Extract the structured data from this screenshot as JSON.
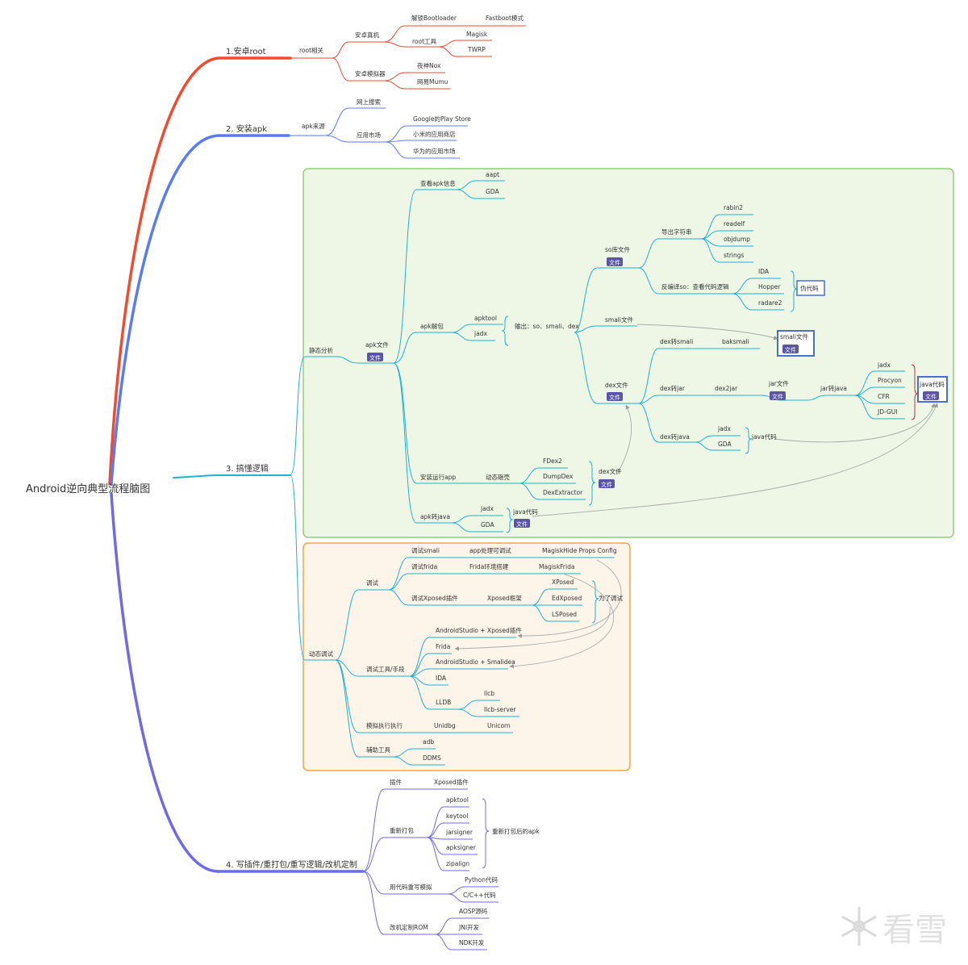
{
  "root": "Android逆向典型流程脑图",
  "branch1": {
    "title": "1.安卓root",
    "sub": "root相关",
    "real": "安卓真机",
    "unlock": "解锁Bootloader",
    "fastboot": "Fastboot模式",
    "roottool": "root工具",
    "magisk": "Magisk",
    "twrp": "TWRP",
    "emu": "安卓模拟器",
    "nox": "夜神Nox",
    "mumu": "网易Mumu"
  },
  "branch2": {
    "title": "2. 安装apk",
    "sub": "apk来源",
    "web": "网上搜索",
    "market": "应用市场",
    "gp": "Google的Play Store",
    "mi": "小米的应用商店",
    "hw": "华为的应用市场"
  },
  "branch3": {
    "title": "3. 搞懂逻辑",
    "static": {
      "title": "静态分析",
      "apkfile": "apk文件",
      "tag": "文件",
      "viewinfo": "查看apk信息",
      "aapt": "aapt",
      "gda": "GDA",
      "unpack": "apk解包",
      "apktool": "apktool",
      "jadx": "jadx",
      "output": "输出：so、smali、dex",
      "so": "so库文件",
      "strings_export": "导出字符串",
      "rabin2": "rabin2",
      "readelf": "readelf",
      "objdump": "objdump",
      "strings": "strings",
      "decompile_so": "反编译so：查看代码逻辑",
      "ida": "IDA",
      "hopper": "Hopper",
      "radare2": "radare2",
      "pseudo": "伪代码",
      "smali_file": "smali文件",
      "smali_box": "smali文件",
      "dexfile": "dex文件",
      "dex2smali": "dex转smali",
      "baksmali": "baksmali",
      "dex2jar_label": "dex转jar",
      "dex2jar": "dex2jar",
      "jarfile": "jar文件",
      "jar2java": "jar转java",
      "procyon": "Procyon",
      "cfr": "CFR",
      "jdgui": "JD-GUI",
      "javacode": "java代码",
      "dex2java": "dex转java",
      "install_run": "安装运行app",
      "dyn_unpack": "动态砸壳",
      "fdex2": "FDex2",
      "dumpdex": "DumpDex",
      "dexextractor": "DexExtractor",
      "apk2java": "apk转java"
    },
    "dynamic": {
      "title": "动态调试",
      "debug": "调试",
      "dsmali": "调试smali",
      "appdebuggable": "app处理可调试",
      "magiskhide": "MagiskHide Props Config",
      "dfrida": "调试frida",
      "fridaenv": "Frida环境搭建",
      "magiskfrida": "MagiskFrida",
      "dxposed": "调试Xposed插件",
      "xposedframe": "Xposed框架",
      "xposed": "XPosed",
      "edxposed": "EdXposed",
      "lsposed": "LSPosed",
      "fordebug": "为了调试",
      "tools": "调试工具/手段",
      "asxposed": "AndroidStudio + Xposed插件",
      "frida": "Frida",
      "assmali": "AndroidStudio + Smalidea",
      "ida": "IDA",
      "lldb": "LLDB",
      "llcb": "llcb",
      "llcbserver": "llcb-server",
      "emuexec": "模拟执行执行",
      "unidbg": "Unidbg",
      "unicorn": "Unicorn",
      "aux": "辅助工具",
      "adb": "adb",
      "ddms": "DDMS"
    }
  },
  "branch4": {
    "title": "4. 写插件/重打包/重写逻辑/改机定制",
    "plugin": "插件",
    "xposedplugin": "Xposed插件",
    "repack": "重新打包",
    "apktool": "apktool",
    "keytool": "keytool",
    "jarsigner": "jarsigner",
    "apksigner": "apksigner",
    "zipalign": "zipalign",
    "repacked": "重新打包后的apk",
    "rewrite": "用代码重写模拟",
    "python": "Python代码",
    "cpp": "C/C++代码",
    "rom": "改机定制ROM",
    "aosp": "AOSP源码",
    "jni": "JNI开发",
    "ndk": "NDK开发"
  },
  "watermark": "看雪",
  "colors": {
    "red": "#f24a2e",
    "blue": "#5a7cf0",
    "cyan": "#1fb1d6",
    "purple": "#6c6ae8",
    "green_bg": "#eef7e6",
    "green_border": "#7cc45e",
    "orange_bg": "#fdf5ea",
    "orange_border": "#f4a545",
    "tag": "#5b55a8"
  }
}
